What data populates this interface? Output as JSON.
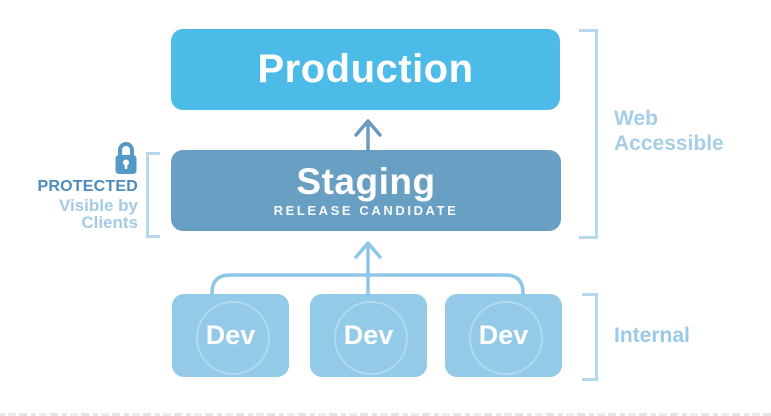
{
  "diagram": {
    "nodes": {
      "production": {
        "label": "Production",
        "color": "#4dbbe8"
      },
      "staging": {
        "label": "Staging",
        "sublabel": "RELEASE CANDIDATE",
        "color": "#6a9fc4"
      },
      "dev_nodes": [
        {
          "label": "Dev"
        },
        {
          "label": "Dev"
        },
        {
          "label": "Dev"
        }
      ],
      "dev_color": "#93cae8"
    },
    "annotations": {
      "web_accessible": {
        "label": "Web\nAccessible",
        "color": "#a6cee6"
      },
      "internal": {
        "label": "Internal",
        "color": "#9cc8ea"
      },
      "protected": {
        "title": "PROTECTED",
        "subtitle": "Visible by\nClients",
        "title_color": "#4a8cbd",
        "subtitle_color": "#a4cbe4",
        "icon": "lock-icon"
      }
    },
    "connectors": {
      "staging_to_production_arrow": {
        "direction": "up",
        "color": "#689bc3"
      },
      "dev_to_staging_arrow": {
        "direction": "up",
        "color": "#8ec6e7"
      }
    },
    "bracket_color": "#b5d8ec"
  }
}
